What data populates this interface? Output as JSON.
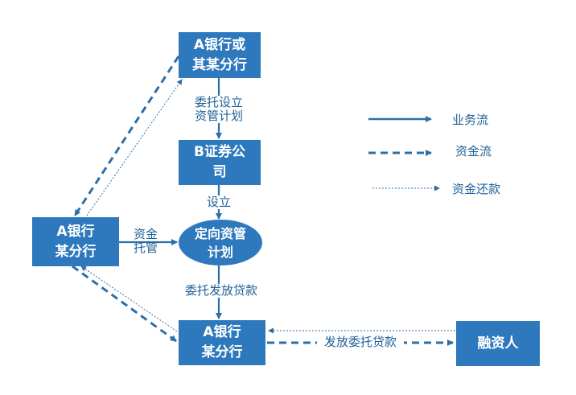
{
  "nodes": {
    "bank_branch_top": {
      "line1": "A银行或",
      "line2": "其某分行"
    },
    "securities": {
      "line1": "B证券公",
      "line2": "司"
    },
    "asset_plan": {
      "line1": "定向资管",
      "line2": "计划"
    },
    "bank_left": {
      "line1": "A银行",
      "line2": "某分行"
    },
    "bank_bottom": {
      "line1": "A银行",
      "line2": "某分行"
    },
    "financier": {
      "label": "融资人"
    }
  },
  "edge_labels": {
    "entrust": {
      "line1": "委托设立",
      "line2": "资管计划"
    },
    "establish": "设立",
    "custody": {
      "line1": "资金",
      "line2": "托管"
    },
    "entrust_loan": "委托发放贷款",
    "issue_loan": "发放委托贷款"
  },
  "legend": {
    "business_flow": "业务流",
    "fund_flow": "资金流",
    "fund_repay": "资金还款"
  },
  "colors": {
    "box": "#2e79bd",
    "line": "#2c6fa8",
    "text": "#1f5f96"
  }
}
